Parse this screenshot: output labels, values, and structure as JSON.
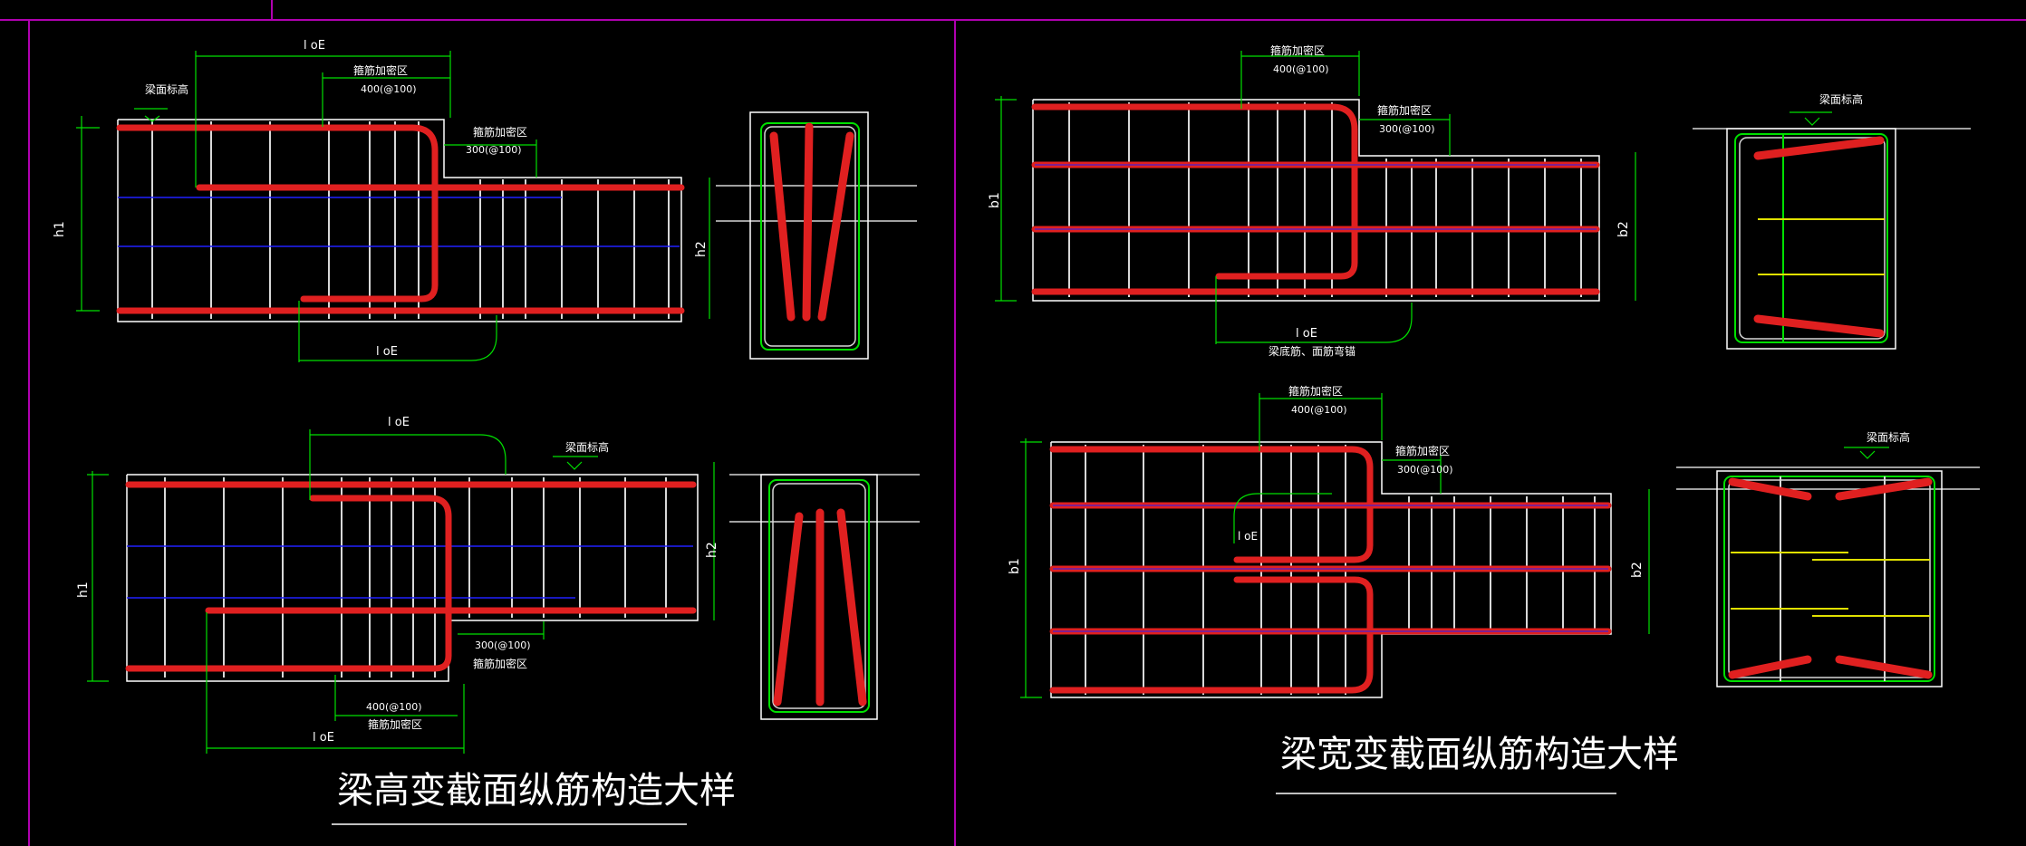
{
  "colors": {
    "background": "#000000",
    "frame": "#b000b0",
    "concrete_outline": "#ffffff",
    "stirrup": "#d8d8d8",
    "longitudinal_bar": "#e02020",
    "bar_outline": "#2020ff",
    "dimension": "#00e000",
    "tie_bar": "#e0e000",
    "text": "#ffffff"
  },
  "labels": {
    "loe": "l oE",
    "beam_top_level": "梁面标高",
    "dense_zone": "箍筋加密区",
    "dense_400": "400(@100)",
    "dense_300": "300(@100)",
    "h1": "h1",
    "h2": "h2",
    "b1": "b1",
    "b2": "b2",
    "bottom_top_anchor": "梁底筋、面筋弯锚"
  },
  "titles": {
    "height_change": "梁高变截面纵筋构造大样",
    "width_change": "梁宽变截面纵筋构造大样"
  }
}
